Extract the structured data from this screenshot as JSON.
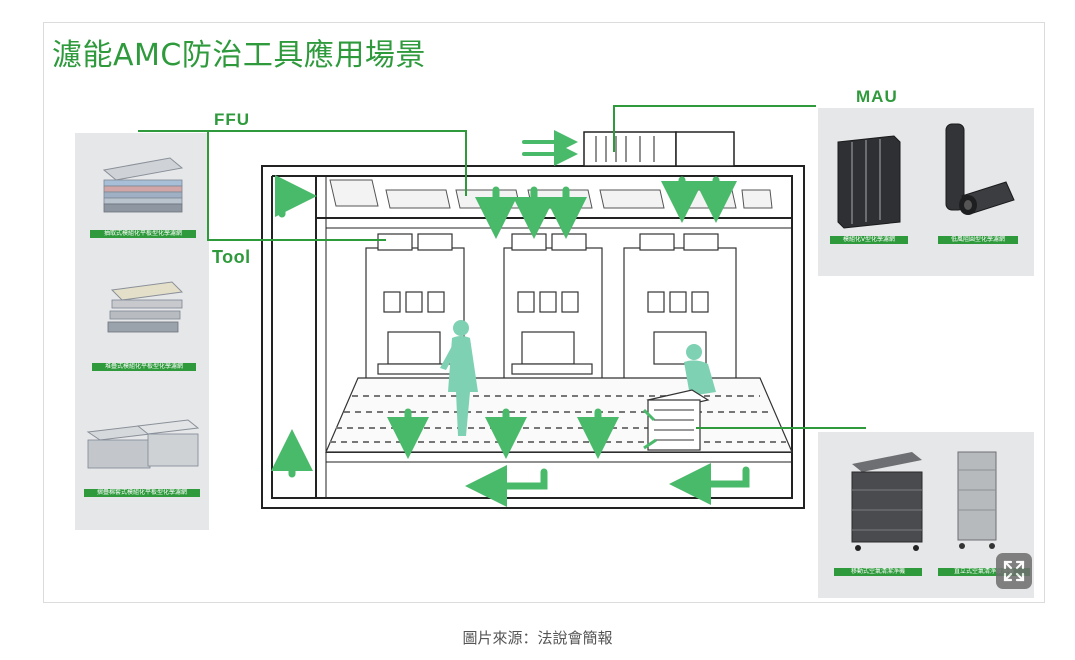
{
  "title": "濾能AMC防治工具應用場景",
  "labels": {
    "ffu": "FFU",
    "mau": "MAU",
    "tool": "Tool"
  },
  "left_products": [
    {
      "name": "left-product-1",
      "tag": "抽取式模組化平板型化學濾網"
    },
    {
      "name": "left-product-2",
      "tag": "堆疊式模組化平板型化學濾網"
    },
    {
      "name": "left-product-3",
      "tag": "摺疊棉套式模組化平板型化學濾網"
    }
  ],
  "right_top_products": [
    {
      "name": "v-bank-filter",
      "tag": "模組化V型化學濾網"
    },
    {
      "name": "cylinder-filter",
      "tag": "低風阻圓型化學濾網"
    }
  ],
  "right_bottom_products": [
    {
      "name": "mobile-purifier",
      "tag": "移動式空氣清潔淨機"
    },
    {
      "name": "standing-purifier",
      "tag": "直立式空氣清淨設施機"
    }
  ],
  "caption": "圖片來源：法說會簡報",
  "colors": {
    "accent": "#2e9a3c",
    "arrow": "#49b96a",
    "panel": "#e6e7e8",
    "person": "#7fd1b3"
  },
  "icons": {
    "expand": "expand-icon"
  }
}
